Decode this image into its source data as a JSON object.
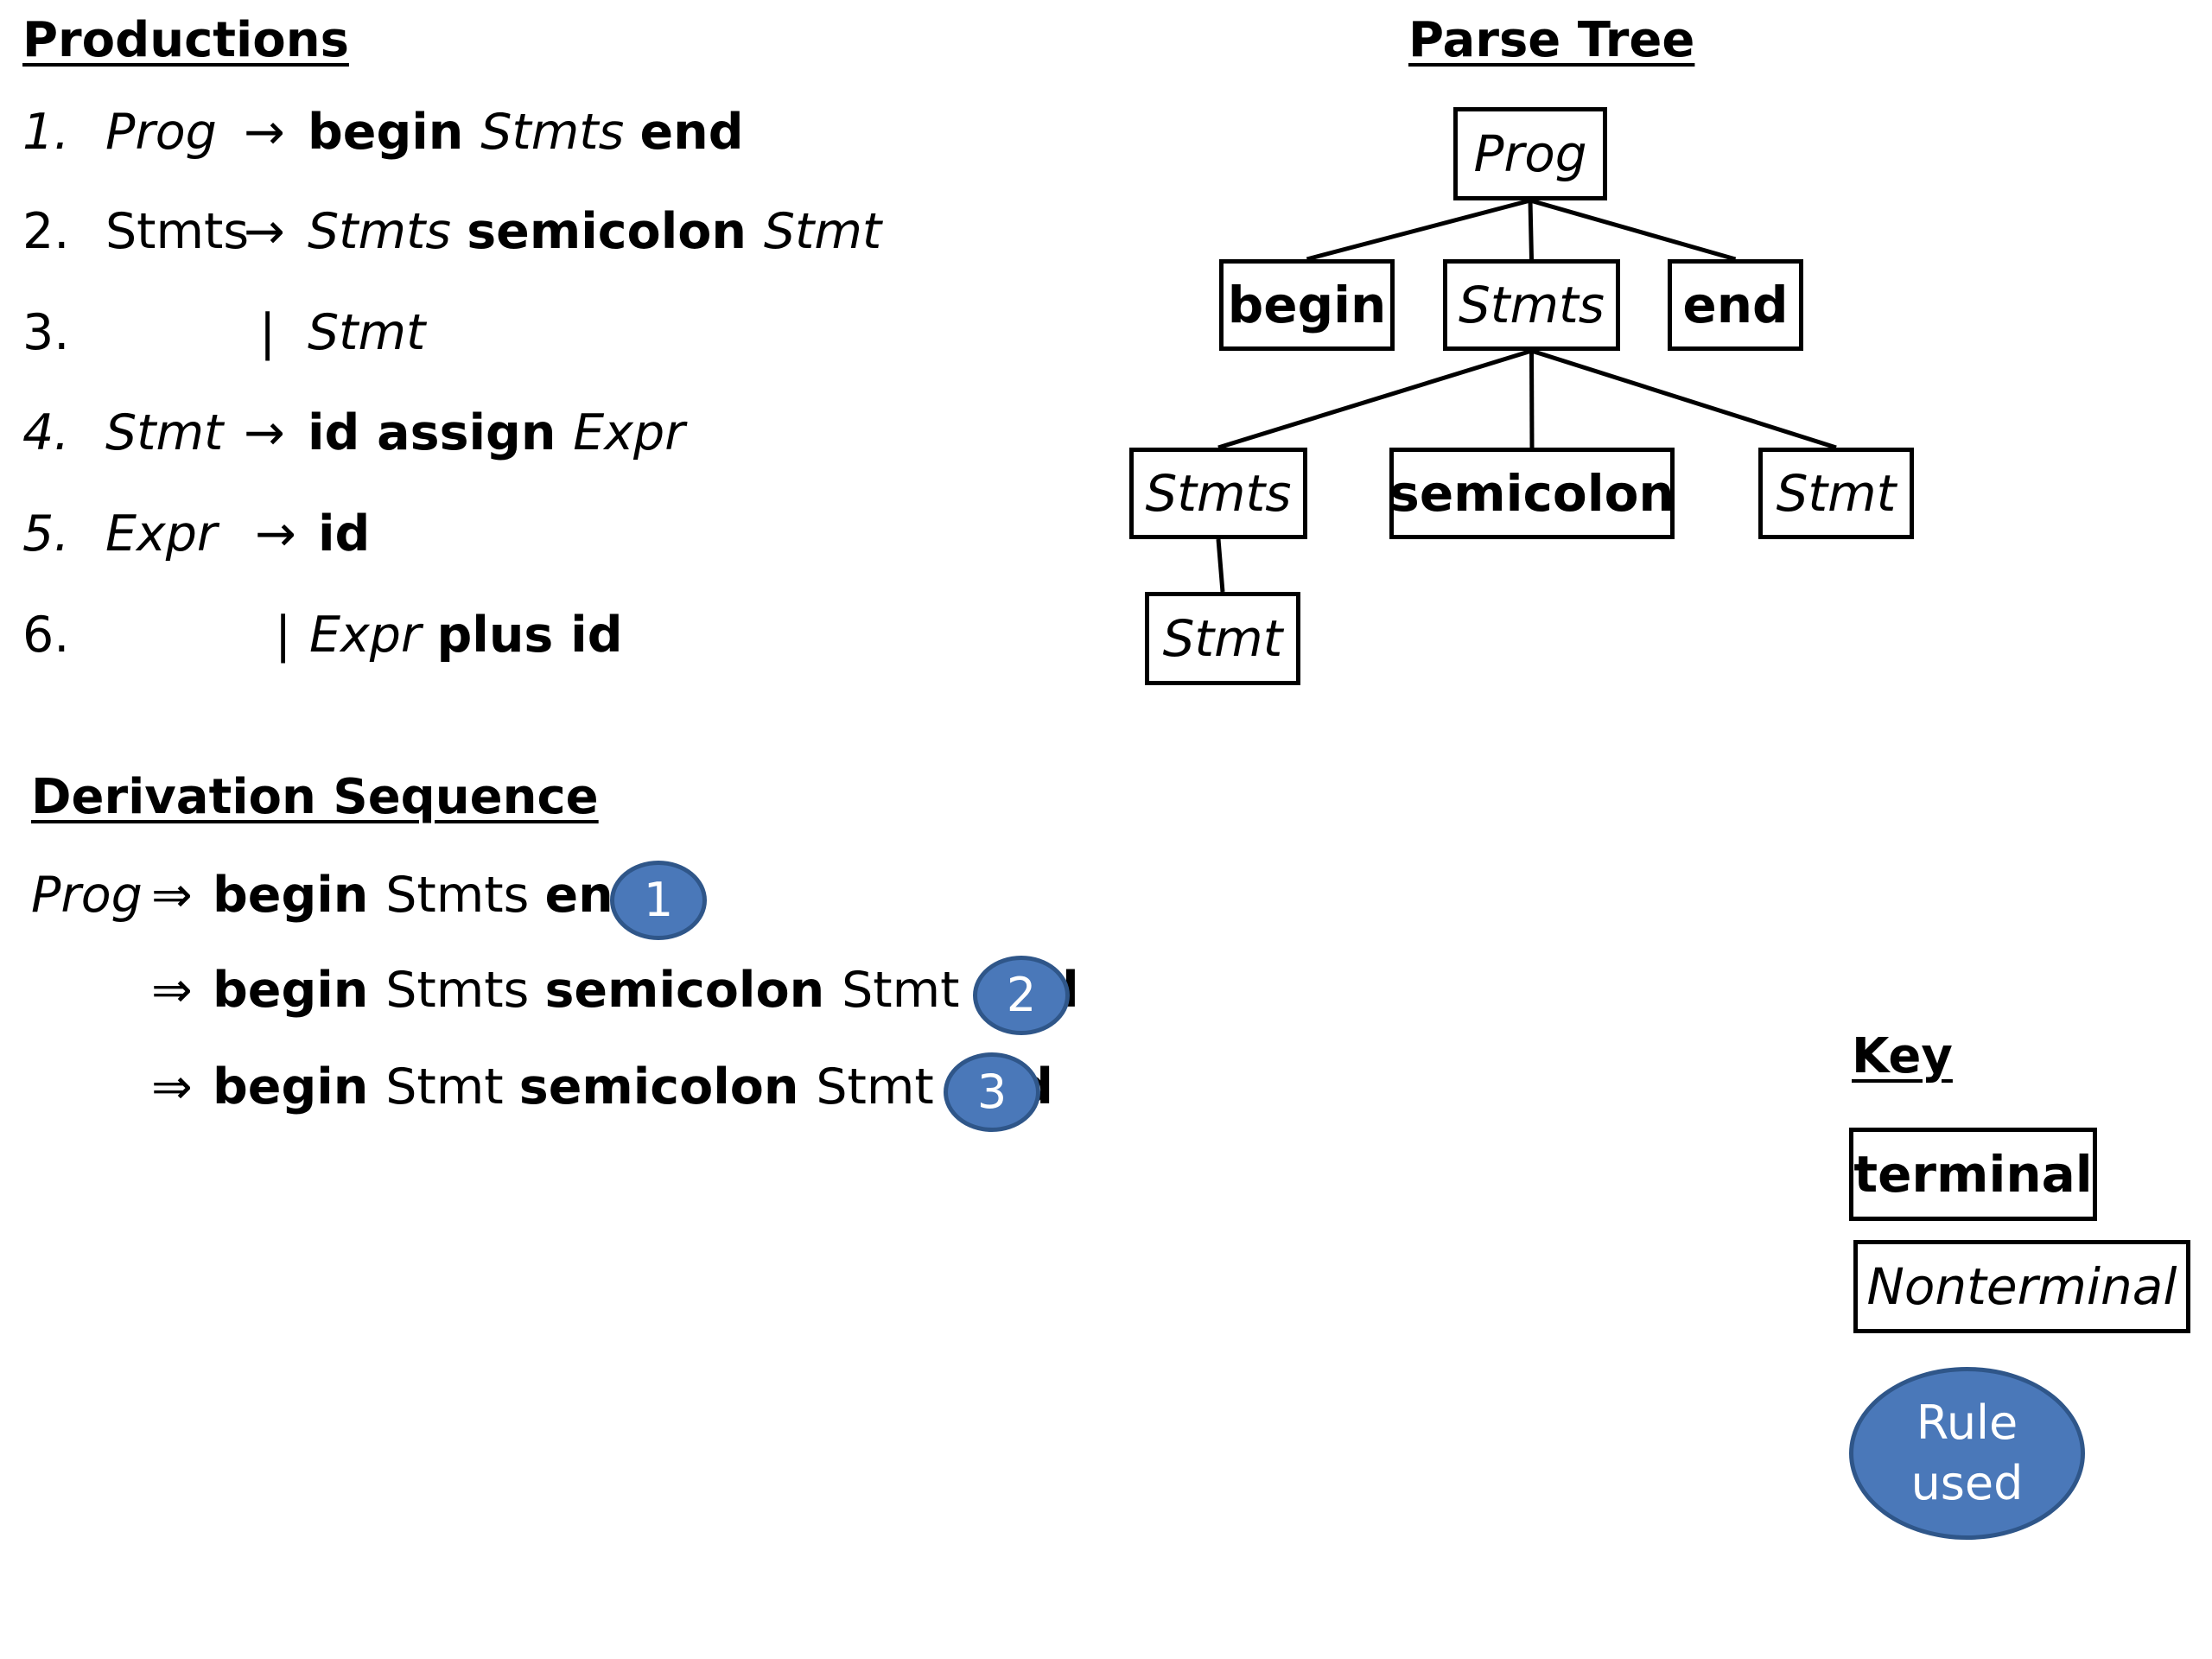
{
  "productions": {
    "heading": "Productions",
    "rules": [
      {
        "num": "1.",
        "lhs": "Prog",
        "lhs_style": "i",
        "arrow": "→",
        "rhs": [
          {
            "t": "begin ",
            "s": "b"
          },
          {
            "t": "Stmts ",
            "s": "i"
          },
          {
            "t": "end",
            "s": "b"
          }
        ]
      },
      {
        "num": "2.",
        "lhs": "Stmts",
        "lhs_style": "",
        "arrow": "→",
        "rhs": [
          {
            "t": "Stmts ",
            "s": "i"
          },
          {
            "t": "semicolon ",
            "s": "b"
          },
          {
            "t": "Stmt",
            "s": "i"
          }
        ]
      },
      {
        "num": "3.",
        "lhs": "",
        "lhs_style": "",
        "arrow": "|",
        "rhs": [
          {
            "t": "Stmt",
            "s": "i"
          }
        ]
      },
      {
        "num": "4.",
        "lhs": "Stmt",
        "lhs_style": "i",
        "arrow": "→",
        "rhs": [
          {
            "t": "id assign ",
            "s": "b"
          },
          {
            "t": "Expr",
            "s": "i"
          }
        ]
      },
      {
        "num": "5.",
        "lhs": "Expr",
        "lhs_style": "i",
        "arrow": "→",
        "rhs": [
          {
            "t": "id",
            "s": "b"
          }
        ]
      },
      {
        "num": "6.",
        "lhs": "",
        "lhs_style": "",
        "arrow": "|",
        "rhs": [
          {
            "t": "Expr ",
            "s": "i"
          },
          {
            "t": "plus id",
            "s": "b"
          }
        ]
      }
    ]
  },
  "parse_tree": {
    "heading": "Parse Tree",
    "nodes": [
      {
        "id": "prog",
        "label": "Prog",
        "kind": "nonterm"
      },
      {
        "id": "begin",
        "label": "begin",
        "kind": "term"
      },
      {
        "id": "stmts1",
        "label": "Stmts",
        "kind": "nonterm"
      },
      {
        "id": "end",
        "label": "end",
        "kind": "term"
      },
      {
        "id": "stmts2",
        "label": "Stmts",
        "kind": "nonterm"
      },
      {
        "id": "semicolon",
        "label": "semicolon",
        "kind": "term"
      },
      {
        "id": "stmt1",
        "label": "Stmt",
        "kind": "nonterm"
      },
      {
        "id": "stmt2",
        "label": "Stmt",
        "kind": "nonterm"
      }
    ],
    "edges": [
      [
        "prog",
        "begin"
      ],
      [
        "prog",
        "stmts1"
      ],
      [
        "prog",
        "end"
      ],
      [
        "stmts1",
        "stmts2"
      ],
      [
        "stmts1",
        "semicolon"
      ],
      [
        "stmts1",
        "stmt1"
      ],
      [
        "stmts2",
        "stmt2"
      ]
    ]
  },
  "derivation": {
    "heading": "Derivation Sequence",
    "steps": [
      {
        "start": "Prog",
        "arrow": "⇒",
        "parts": [
          {
            "t": "begin ",
            "s": "b"
          },
          {
            "t": "Stmts ",
            "s": ""
          },
          {
            "t": "end",
            "s": "b"
          }
        ],
        "rule": "1"
      },
      {
        "start": "",
        "arrow": "⇒",
        "parts": [
          {
            "t": "begin ",
            "s": "b"
          },
          {
            "t": "Stmts ",
            "s": ""
          },
          {
            "t": "semicolon ",
            "s": "b"
          },
          {
            "t": "Stmt ",
            "s": ""
          },
          {
            "t": "end",
            "s": "b"
          }
        ],
        "rule": "2"
      },
      {
        "start": "",
        "arrow": "⇒",
        "parts": [
          {
            "t": "begin ",
            "s": "b"
          },
          {
            "t": "Stmt ",
            "s": ""
          },
          {
            "t": "semicolon ",
            "s": "b"
          },
          {
            "t": "Stmt ",
            "s": ""
          },
          {
            "t": "end",
            "s": "b"
          }
        ],
        "rule": "3"
      }
    ]
  },
  "key": {
    "heading": "Key",
    "terminal": "terminal",
    "nonterminal": "Nonterminal",
    "rule_line1": "Rule",
    "rule_line2": "used"
  },
  "colors": {
    "badge_fill": "#4a78b9",
    "badge_border": "#2f5689"
  }
}
